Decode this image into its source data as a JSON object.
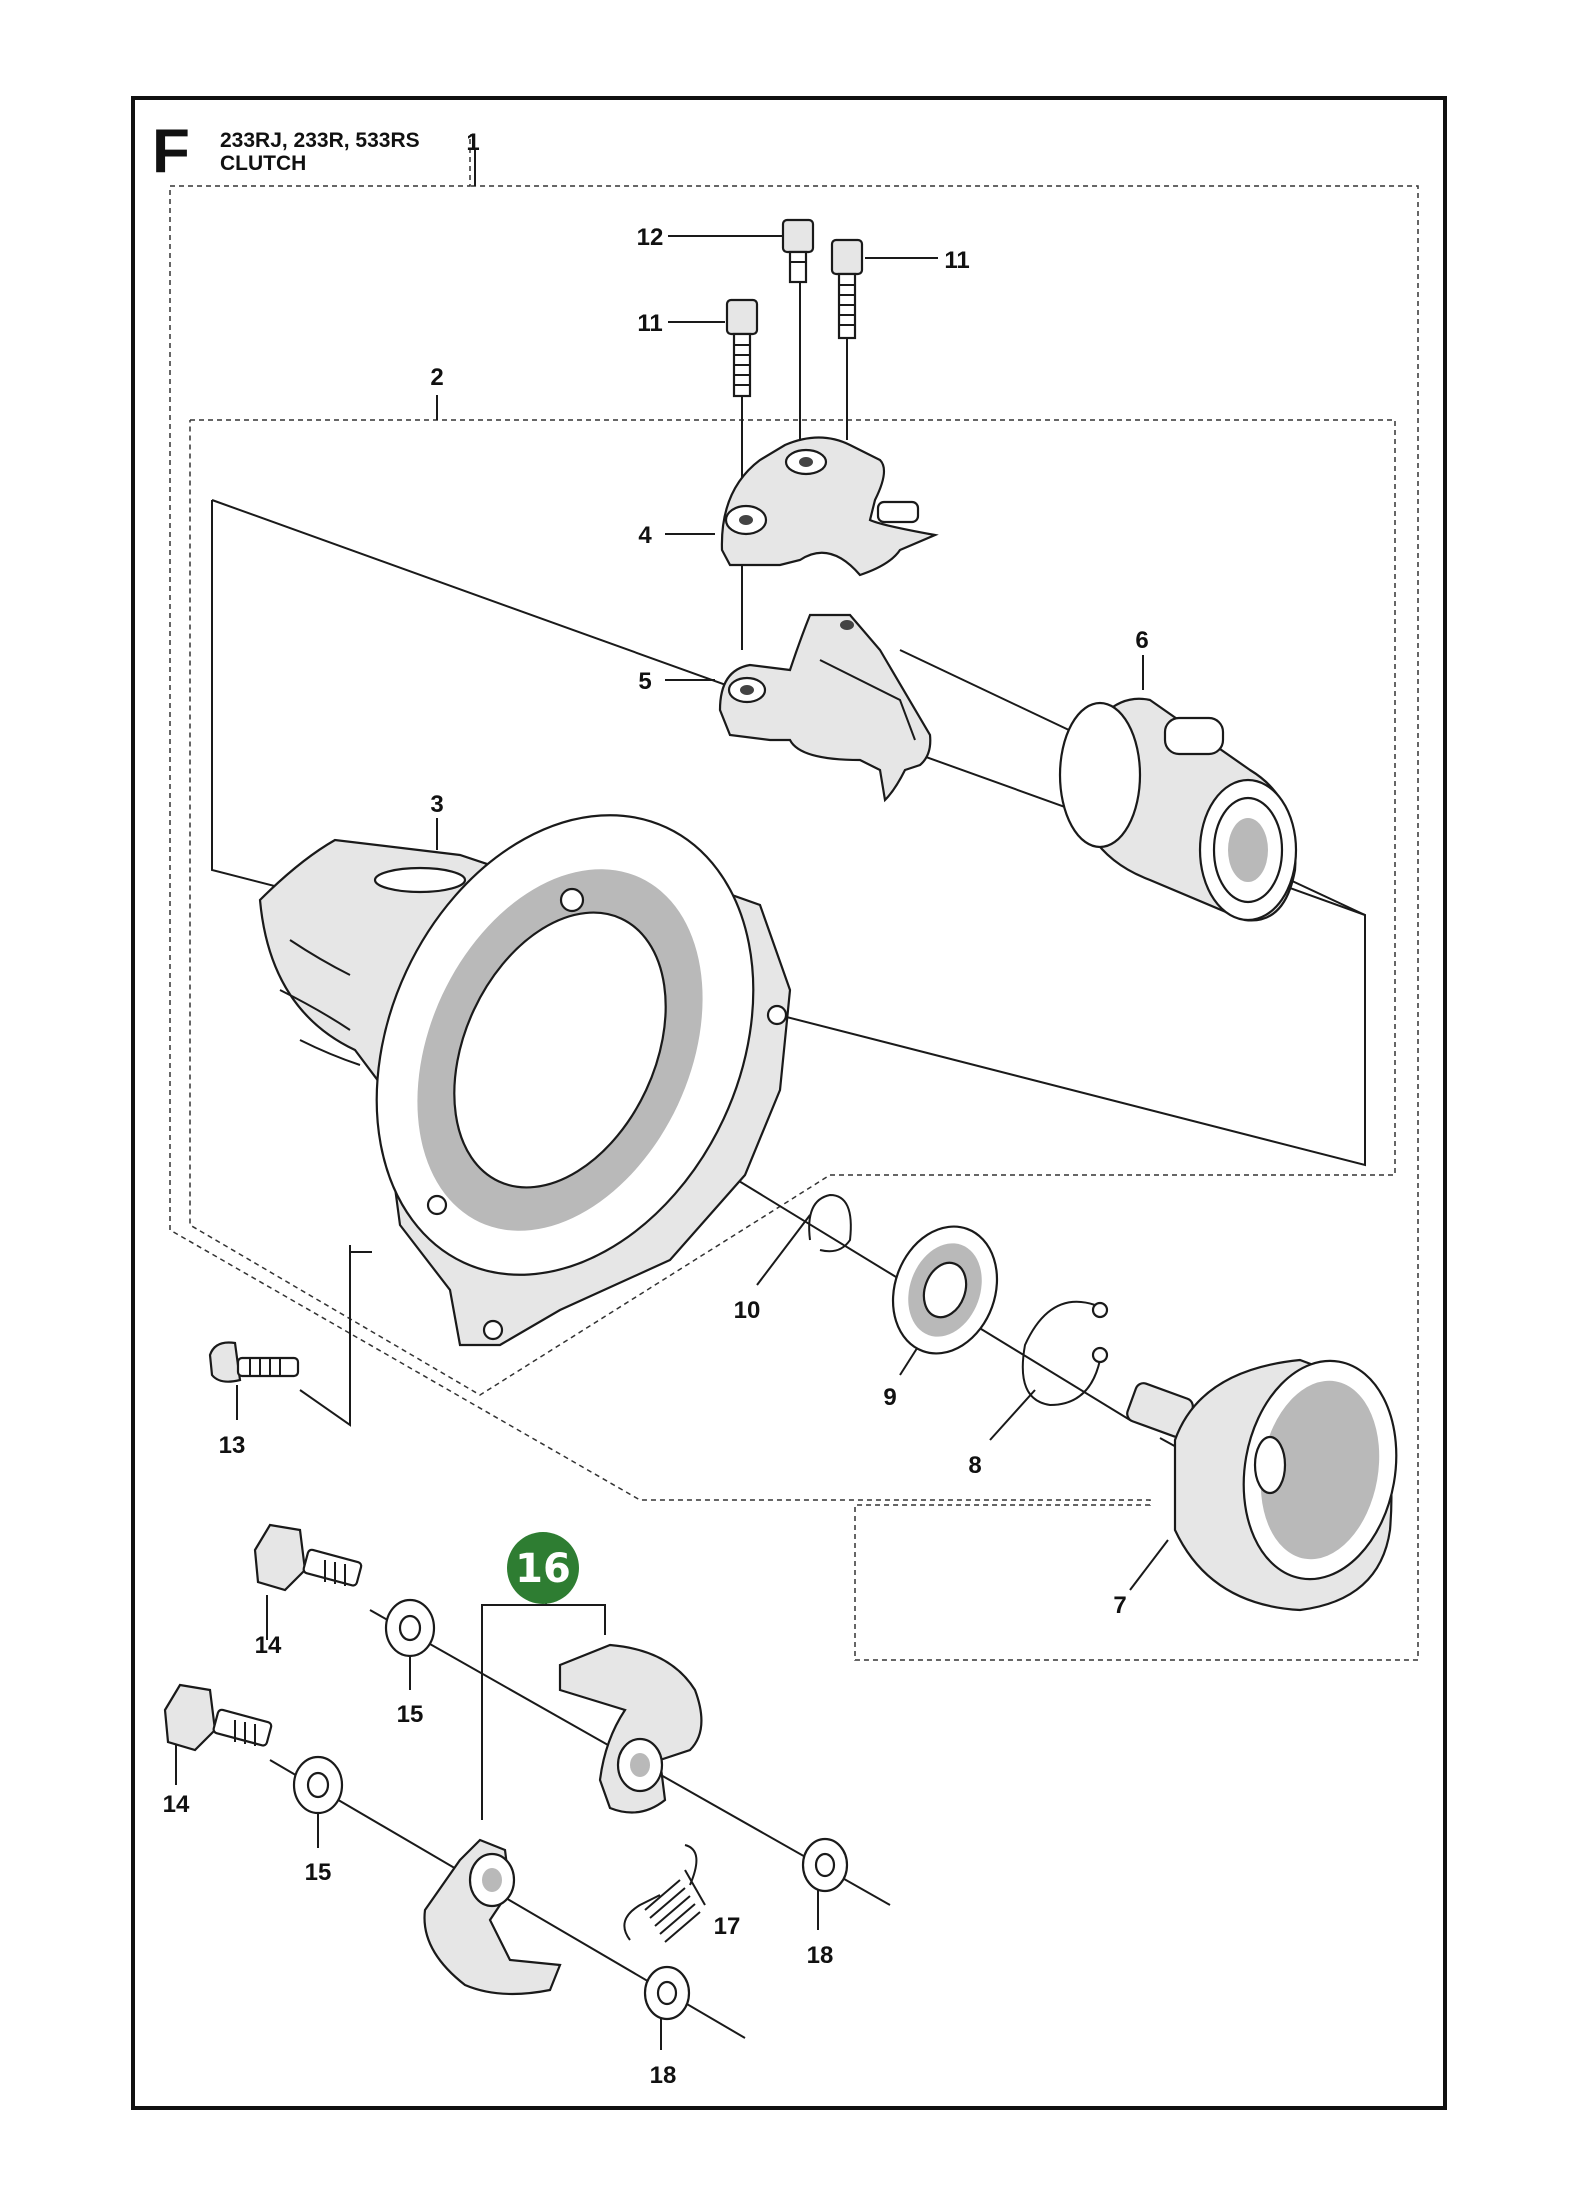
{
  "section_letter": "F",
  "models": "233RJ, 233R, 533RS",
  "title": "CLUTCH",
  "highlight_color": "#2e7d32",
  "callouts": {
    "c1": "1",
    "c2": "2",
    "c3": "3",
    "c4": "4",
    "c5": "5",
    "c6": "6",
    "c7": "7",
    "c8": "8",
    "c9": "9",
    "c10": "10",
    "c11a": "11",
    "c11b": "11",
    "c12": "12",
    "c13": "13",
    "c14a": "14",
    "c14b": "14",
    "c15a": "15",
    "c15b": "15",
    "c16": "16",
    "c17": "17",
    "c18a": "18",
    "c18b": "18"
  }
}
